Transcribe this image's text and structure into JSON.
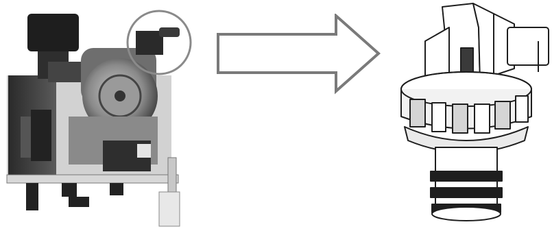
{
  "figure": {
    "left_image": {
      "subject": "boiler-hydraulic-group",
      "highlight_marker": "circle"
    },
    "connector": {
      "icon": "right-arrow-icon"
    },
    "right_image": {
      "subject": "water-pressure-sensor-closeup"
    },
    "colors": {
      "background": "#ffffff",
      "outline": "#7a7a7a",
      "dark": "#1e1e1e",
      "mid": "#6e6e6e",
      "light": "#d9d9d9"
    }
  }
}
